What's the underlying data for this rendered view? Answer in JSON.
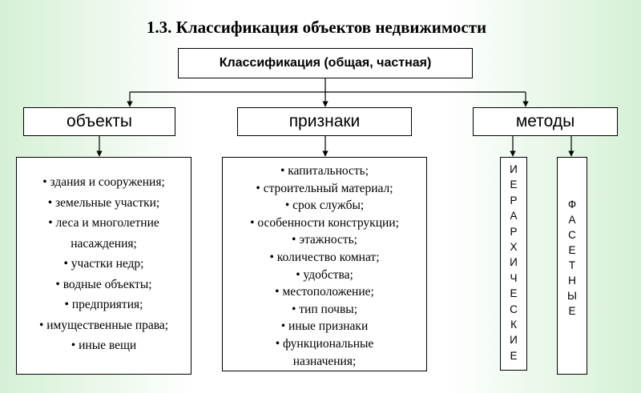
{
  "title": "1.3. Классификация объектов недвижимости",
  "root": "Классификация (общая, частная)",
  "branches": {
    "objects": {
      "label": "объекты",
      "items": [
        "• здания и сооружения;",
        "• земельные участки;",
        "• леса и многолетние",
        "насаждения;",
        "• участки недр;",
        "• водные объекты;",
        "• предприятия;",
        "• имущественные права;",
        "• иные вещи"
      ]
    },
    "features": {
      "label": "признаки",
      "items": [
        "• капитальность;",
        "• строительный материал;",
        "• срок службы;",
        "• особенности конструкции;",
        "• этажность;",
        "• количество комнат;",
        "• удобства;",
        "• местоположение;",
        "• тип почвы;",
        "• иные признаки",
        "• функциональные",
        "назначения;"
      ]
    },
    "methods": {
      "label": "методы",
      "hierarchical": [
        "И",
        "Е",
        "Р",
        "А",
        "Р",
        "Х",
        "И",
        "Ч",
        "Е",
        "С",
        "К",
        "И",
        "Е"
      ],
      "facet": [
        "Ф",
        "А",
        "С",
        "Е",
        "Т",
        "Н",
        "Ы",
        "Е"
      ]
    }
  }
}
